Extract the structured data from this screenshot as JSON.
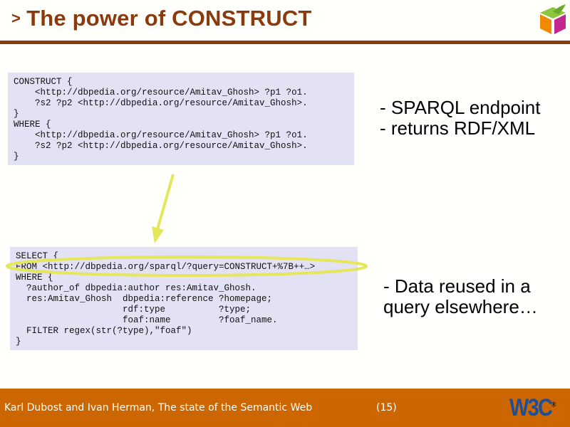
{
  "slide": {
    "title_marker": ">",
    "title": "The power of CONSTRUCT",
    "code_construct": "CONSTRUCT {\n    <http://dbpedia.org/resource/Amitav_Ghosh> ?p1 ?o1.\n    ?s2 ?p2 <http://dbpedia.org/resource/Amitav_Ghosh>.\n}\nWHERE {\n    <http://dbpedia.org/resource/Amitav_Ghosh> ?p1 ?o1.\n    ?s2 ?p2 <http://dbpedia.org/resource/Amitav_Ghosh>.\n}",
    "code_select": "SELECT {\nFROM <http://dbpedia.org/sparql/?query=CONSTRUCT+%7B++…>\nWHERE {\n  ?author_of dbpedia:author res:Amitav_Ghosh.\n  res:Amitav_Ghosh  dbpedia:reference ?homepage;\n                    rdf:type          ?type;\n                    foaf:name         ?foaf_name.\n  FILTER regex(str(?type),\"foaf\")\n}",
    "note_top": "- SPARQL endpoint\n- returns RDF/XML",
    "note_bottom": "- Data reused in a\nquery elsewhere…",
    "highlight_color": "#e6e65a"
  },
  "footer": {
    "text": "Karl Dubost and Ivan Herman, The state of the Semantic Web",
    "page": "(15)",
    "logo": "W3C",
    "logo_mark": "®"
  },
  "colors": {
    "title": "#8b3a0e",
    "footer_bg": "#cc6600",
    "code_bg": "#e2e2f4"
  }
}
